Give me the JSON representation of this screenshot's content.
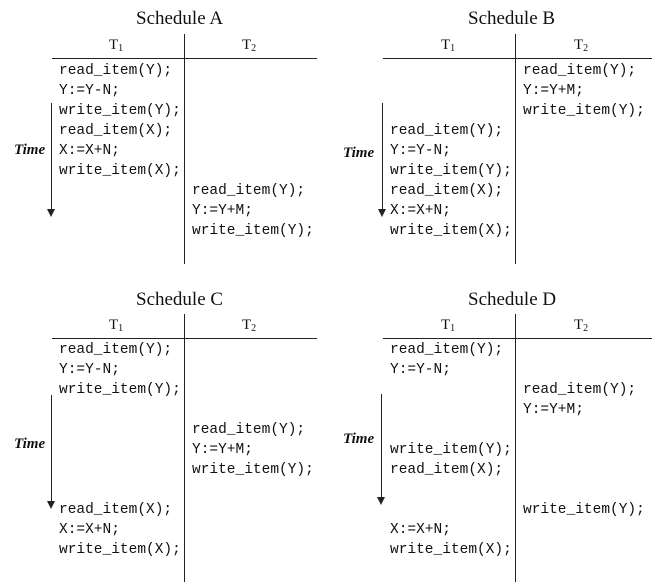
{
  "time_label": "Time",
  "t1_label": "T",
  "t1_sub": "1",
  "t2_label": "T",
  "t2_sub": "2",
  "schedules": {
    "a": {
      "title": "Schedule A",
      "t1_ops": [
        "read_item(Y);",
        "Y:=Y-N;",
        "write_item(Y);",
        "read_item(X);",
        "X:=X+N;",
        "write_item(X);"
      ],
      "t2_ops": [
        "read_item(Y);",
        "Y:=Y+M;",
        "write_item(Y);"
      ]
    },
    "b": {
      "title": "Schedule B",
      "t1_ops": [
        "read_item(Y);",
        "Y:=Y-N;",
        "write_item(Y);",
        "read_item(X);",
        "X:=X+N;",
        "write_item(X);"
      ],
      "t2_ops": [
        "read_item(Y);",
        "Y:=Y+M;",
        "write_item(Y);"
      ]
    },
    "c": {
      "title": "Schedule C",
      "t1_ops": [
        "read_item(Y);",
        "Y:=Y-N;",
        "write_item(Y);",
        "read_item(X);",
        "X:=X+N;",
        "write_item(X);"
      ],
      "t2_ops": [
        "read_item(Y);",
        "Y:=Y+M;",
        "write_item(Y);"
      ]
    },
    "d": {
      "title": "Schedule D",
      "t1_ops": [
        "read_item(Y);",
        "Y:=Y-N;",
        "write_item(Y);",
        "read_item(X);",
        "X:=X+N;",
        "write_item(X);"
      ],
      "t2_ops": [
        "read_item(Y);",
        "Y:=Y+M;",
        "write_item(Y);"
      ]
    }
  }
}
